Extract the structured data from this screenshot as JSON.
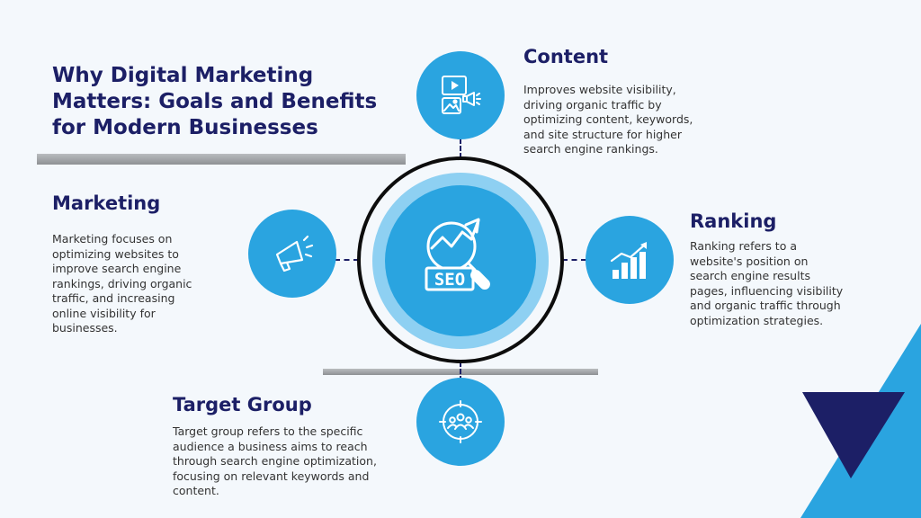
{
  "title": {
    "lines": [
      "Why Digital Marketing",
      "Matters: Goals and Benefits",
      "for Modern Businesses"
    ]
  },
  "hub": {
    "badge_text": "SEO",
    "icon": "seo-magnifier-chart-icon"
  },
  "colors": {
    "navy": "#1c1f66",
    "accent_blue": "#2aa4e0",
    "light_blue": "#8ed0f2",
    "background": "#f4f8fc"
  },
  "sections": {
    "content": {
      "heading": "Content",
      "icon": "media-content-icon",
      "lines": [
        "Improves website visibility,",
        "driving organic traffic by",
        "optimizing content, keywords,",
        "and site structure for higher",
        "search engine rankings."
      ]
    },
    "marketing": {
      "heading": "Marketing",
      "icon": "megaphone-icon",
      "lines": [
        "Marketing focuses on",
        "optimizing websites to",
        "improve search engine",
        "rankings, driving organic",
        "traffic, and increasing",
        "online visibility for",
        "businesses."
      ]
    },
    "ranking": {
      "heading": "Ranking",
      "icon": "bar-chart-growth-icon",
      "lines": [
        "Ranking refers to a",
        "website's position on",
        "search engine results",
        "pages, influencing visibility",
        "and organic traffic through",
        "optimization strategies."
      ]
    },
    "target_group": {
      "heading": "Target Group",
      "icon": "target-audience-icon",
      "lines": [
        "Target group refers to the specific",
        "audience a business aims to reach",
        "through search engine optimization,",
        "focusing on relevant keywords and",
        "content."
      ]
    }
  }
}
